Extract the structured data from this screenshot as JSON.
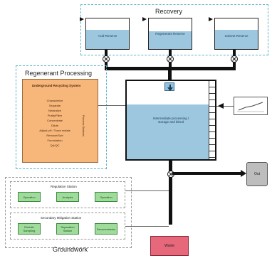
{
  "recovery": {
    "title": "Recovery",
    "tanks": [
      {
        "label": "Acid Reserve"
      },
      {
        "label": "Regenerant Reserve"
      },
      {
        "label": "Solvent Reserve"
      }
    ]
  },
  "regenerant_processing": {
    "title": "Regenerant Processing",
    "box_title": "Underground Recycling System",
    "items": [
      "Characterize",
      "Separate",
      "Neutralize",
      "Purify/Filter",
      "Concentrate",
      "Dilute",
      "Adjust pH / Trace metals",
      "Remove/Sort",
      "Formulation",
      "QA/QC"
    ],
    "side_label": "Process Stations"
  },
  "main_tank": {
    "label": "Intermediate processing / storage and blend",
    "inlet_label": "IN"
  },
  "monitor": {
    "label": ""
  },
  "output": {
    "label": "Out"
  },
  "groundwork": {
    "title": "Groundwork",
    "row1_title": "Regulation Station",
    "row1": [
      "Operation",
      "Analysis",
      "Operation"
    ],
    "row2_title": "Secondary Mitigation Station",
    "row2": [
      "Robotic Sampling",
      "Separation Station",
      "Decommission"
    ]
  },
  "waste": {
    "label": "Waste"
  },
  "colors": {
    "water": "#9cc7de",
    "orange": "#f7b67a",
    "green": "#9fdc9b",
    "waste": "#e6687a",
    "output": "#bdbdbd",
    "teal_border": "#5ab3c4"
  }
}
